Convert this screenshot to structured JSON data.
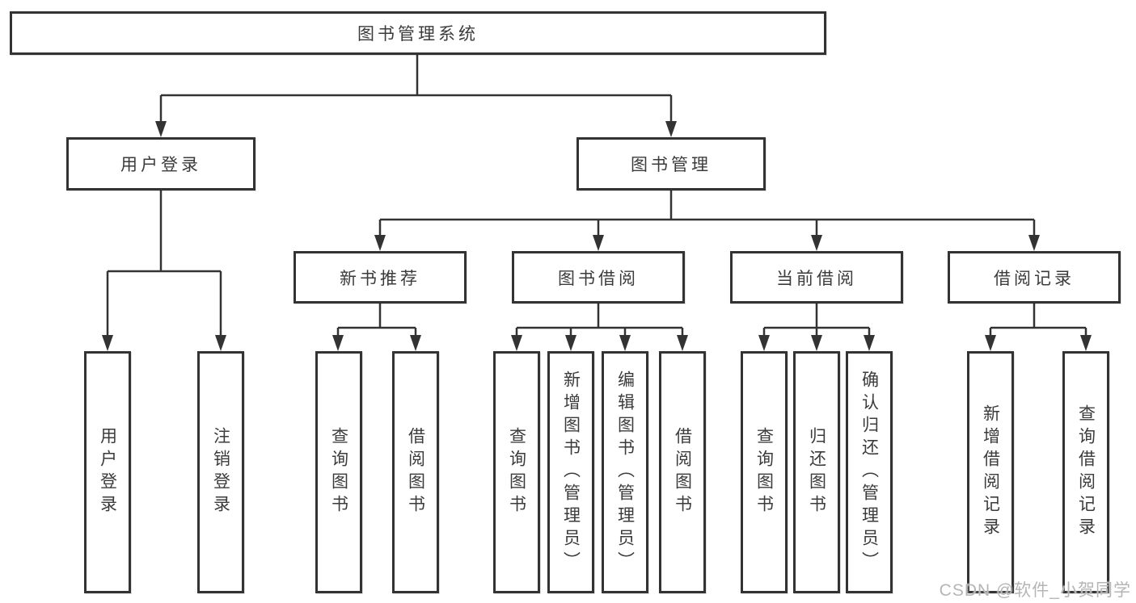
{
  "tree": {
    "root": {
      "label": "图书管理系统"
    },
    "branches": [
      {
        "label": "用户登录",
        "children": [
          {
            "label": "用户登录"
          },
          {
            "label": "注销登录"
          }
        ]
      },
      {
        "label": "图书管理",
        "children": [
          {
            "label": "新书推荐",
            "children": [
              {
                "label": "查询图书"
              },
              {
                "label": "借阅图书"
              }
            ]
          },
          {
            "label": "图书借阅",
            "children": [
              {
                "label": "查询图书"
              },
              {
                "label": "新增图书（管理员）"
              },
              {
                "label": "编辑图书（管理员）"
              },
              {
                "label": "借阅图书"
              }
            ]
          },
          {
            "label": "当前借阅",
            "children": [
              {
                "label": "查询图书"
              },
              {
                "label": "归还图书"
              },
              {
                "label": "确认归还（管理员）"
              }
            ]
          },
          {
            "label": "借阅记录",
            "children": [
              {
                "label": "新增借阅记录"
              },
              {
                "label": "查询借阅记录"
              }
            ]
          }
        ]
      }
    ]
  },
  "watermark": "CSDN @软件_小贺同学",
  "colors": {
    "line": "#333333",
    "box_border": "#333333",
    "box_fill": "#ffffff",
    "text": "#3b3b3b",
    "watermark": "#b5b5b5",
    "background": "#ffffff"
  }
}
